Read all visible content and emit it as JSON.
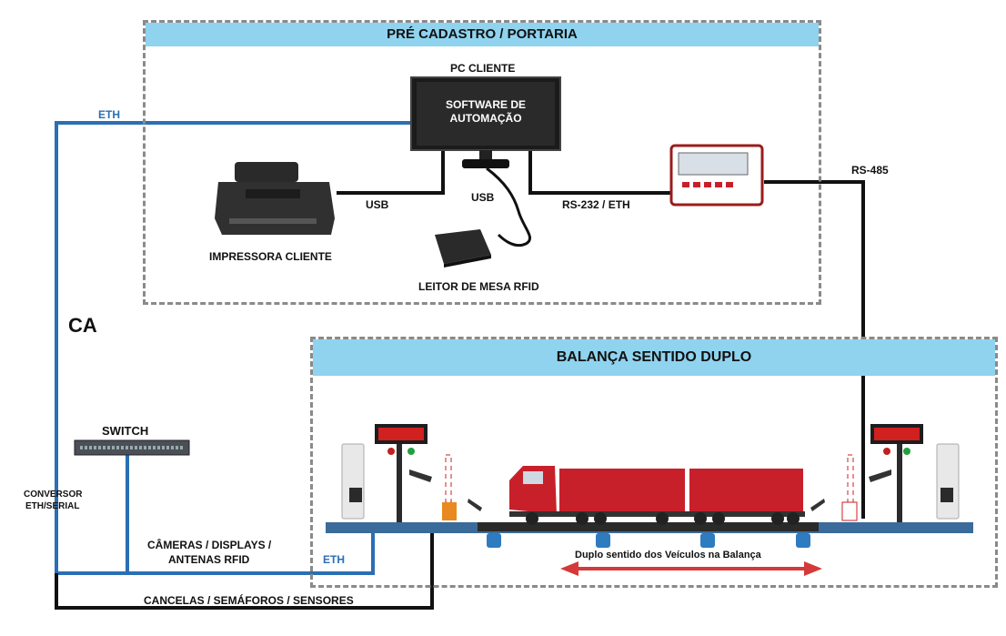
{
  "sections": {
    "top_title": "PRÉ CADASTRO / PORTARIA",
    "bottom_title": "BALANÇA SENTIDO DUPLO"
  },
  "devices": {
    "pc_label": "PC CLIENTE",
    "pc_screen_line1": "SOFTWARE DE",
    "pc_screen_line2": "AUTOMAÇÃO",
    "printer_label": "IMPRESSORA  CLIENTE",
    "rfid_reader_label": "LEITOR DE MESA RFID",
    "switch_label": "SWITCH",
    "converter_line1": "CONVERSOR",
    "converter_line2": "ETH/SERIAL",
    "ca_label": "CA"
  },
  "connections": {
    "eth_top": "ETH",
    "usb_printer": "USB",
    "usb_reader": "USB",
    "rs232_eth": "RS-232 / ETH",
    "rs485": "RS-485",
    "cameras_line1": "CÂMERAS / DISPLAYS /",
    "cameras_line2": "ANTENAS RFID",
    "eth_bottom": "ETH",
    "gates": "CANCELAS / SEMÁFOROS / SENSORES"
  },
  "scale": {
    "flow_label": "Duplo sentido dos Veículos na Balança"
  },
  "colors": {
    "banner": "#8fd3ef",
    "eth_line": "#2a6fb4",
    "black_line": "#111111",
    "truck_red": "#c8202a",
    "arrow_red": "#d43a3a"
  },
  "icons": {
    "printer": "printer-icon",
    "monitor": "monitor-icon",
    "indicator": "weighing-indicator-icon",
    "rfid": "rfid-reader-icon",
    "switch": "network-switch-icon",
    "truck": "truck-icon",
    "display": "led-display-icon",
    "gate": "barrier-gate-icon"
  }
}
